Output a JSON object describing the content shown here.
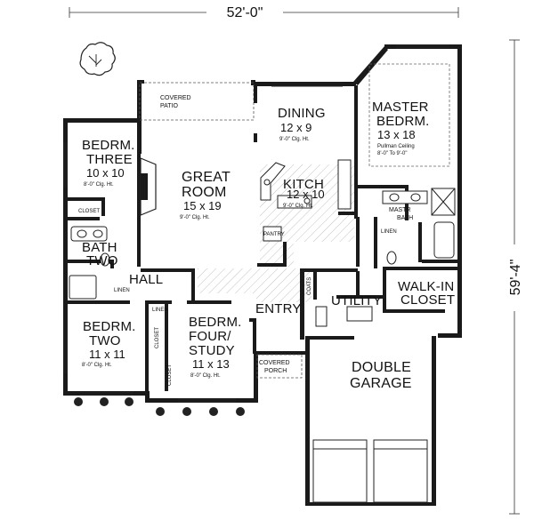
{
  "overall": {
    "width": "52'-0\"",
    "depth": "59'-4\""
  },
  "rooms": {
    "covered_patio": {
      "name_line1": "COVERED",
      "name_line2": "PATIO"
    },
    "dining": {
      "name": "DINING",
      "size": "12 x 9",
      "ceiling": "9'-0\" Clg. Ht."
    },
    "master": {
      "name_line1": "MASTER",
      "name_line2": "BEDRM.",
      "size": "13 x 18",
      "note1": "Pullman Ceiling",
      "note2": "8'-0\" To 9'-0\""
    },
    "bed_three": {
      "name_line1": "BEDRM.",
      "name_line2": "THREE",
      "size": "10 x 10",
      "ceiling": "8'-0\" Clg. Ht."
    },
    "great_room": {
      "name_line1": "GREAT",
      "name_line2": "ROOM",
      "size": "15 x 19",
      "ceiling": "9'-0\" Clg. Ht."
    },
    "kitchen": {
      "name": "KITCH",
      "size": "12 x 10",
      "ceiling": "9'-0\" Clg. Ht."
    },
    "pantry": {
      "name": "PANTRY"
    },
    "closet_bed3": {
      "name": "CLOSET"
    },
    "bath_two": {
      "name_line1": "BATH",
      "name_line2": "TWO"
    },
    "linen_hall": {
      "name": "LINEN"
    },
    "hall": {
      "name": "HALL"
    },
    "master_bath": {
      "name_line1": "MASTR",
      "name_line2": "BATH"
    },
    "linen_master": {
      "name": "LINEN"
    },
    "walk_in": {
      "name_line1": "WALK-IN",
      "name_line2": "CLOSET"
    },
    "coats": {
      "name": "COATS"
    },
    "utility": {
      "name": "UTILITY"
    },
    "entry": {
      "name": "ENTRY"
    },
    "bed_two": {
      "name_line1": "BEDRM.",
      "name_line2": "TWO",
      "size": "11 x 11",
      "ceiling": "8'-0\" Clg. Ht."
    },
    "closet_bed2": {
      "name": "CLOSET"
    },
    "linen_bed4": {
      "name": "LINEN"
    },
    "bed_four": {
      "name_line1": "BEDRM.",
      "name_line2": "FOUR/",
      "name_line3": "STUDY",
      "size": "11 x 13",
      "ceiling": "8'-0\" Clg. Ht."
    },
    "closet_bed4": {
      "name": "CLOSET"
    },
    "covered_porch": {
      "name_line1": "COVERED",
      "name_line2": "PORCH"
    },
    "garage": {
      "name_line1": "DOUBLE",
      "name_line2": "GARAGE"
    }
  }
}
